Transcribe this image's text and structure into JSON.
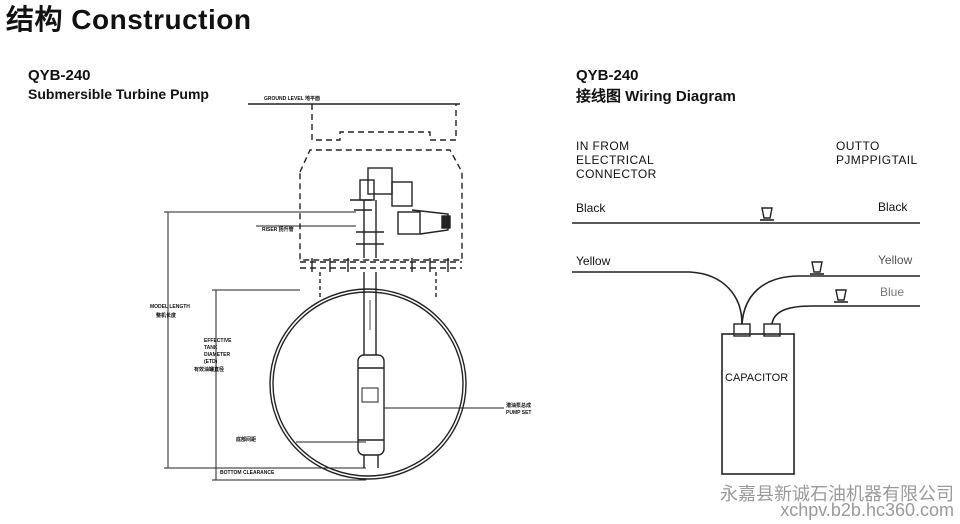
{
  "page": {
    "title": "结构 Construction"
  },
  "pump": {
    "model": "QYB-240",
    "subtitle": "Submersible Turbine Pump",
    "labels": {
      "ground_level": "GROUND LEVEL  地平面",
      "riser": "RISER      扬升管",
      "model_length": "MODEL LENGTH",
      "model_length_cn": "整机长度",
      "effective": "EFFECTIVE",
      "tank": "TANK",
      "diameter": "DIAMETER",
      "etd": "(ETD)",
      "etd_cn": "有效油罐直径",
      "pump_unit_cn": "潜油泵总成",
      "pump_unit": "PUMP SET",
      "bottom_cn": "底部间距",
      "bottom_clearance": "BOTTOM CLEARANCE"
    }
  },
  "wiring": {
    "model": "QYB-240",
    "subtitle": "接线图 Wiring Diagram",
    "in_from": [
      "IN FROM",
      "ELECTRICAL",
      "CONNECTOR"
    ],
    "out_to": [
      "OUTTO",
      "PJMPPIGTAIL"
    ],
    "left_black": "Black",
    "right_black": "Black",
    "left_yellow": "Yellow",
    "right_yellow": "Yellow",
    "right_blue": "Blue",
    "capacitor": "CAPACITOR"
  },
  "watermark": {
    "company": "永嘉县新诚石油机器有限公司",
    "url": "xchpv.b2b.hc360.com"
  }
}
